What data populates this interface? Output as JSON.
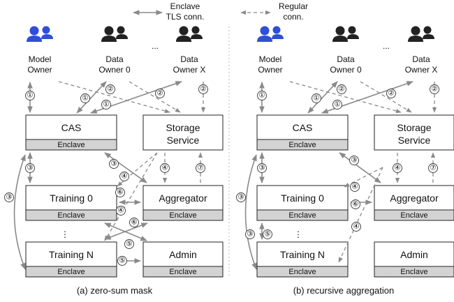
{
  "legend": {
    "tls_line1": "Enclave",
    "tls_line2": "TLS conn.",
    "regular_line1": "Regular",
    "regular_line2": "conn."
  },
  "colors": {
    "model_owner": "#2f4fd6",
    "data_owner": "#222222",
    "enclave": "#d3d3d3",
    "arrow": "#8a8a8a"
  },
  "ellipsis": "...",
  "vdots": "⋮",
  "panels": [
    {
      "caption": "(a) zero-sum mask",
      "owners": [
        {
          "line1": "Model",
          "line2": "Owner"
        },
        {
          "line1": "Data",
          "line2": "Owner 0"
        },
        {
          "line1": "Data",
          "line2": "Owner X"
        }
      ],
      "boxes": {
        "cas": "CAS",
        "storage_1": "Storage",
        "storage_2": "Service",
        "training0": "Training 0",
        "aggregator": "Aggregator",
        "trainingN": "Training N",
        "admin": "Admin",
        "enclave": "Enclave"
      },
      "steps": [
        "①",
        "①",
        "①",
        "②",
        "②",
        "②",
        "③",
        "③",
        "③",
        "④",
        "④",
        "④",
        "⑤",
        "⑤",
        "⑥",
        "⑥",
        "⑦"
      ]
    },
    {
      "caption": "(b) recursive aggregation",
      "owners": [
        {
          "line1": "Model",
          "line2": "Owner"
        },
        {
          "line1": "Data",
          "line2": "Owner 0"
        },
        {
          "line1": "Data",
          "line2": "Owner X"
        }
      ],
      "boxes": {
        "cas": "CAS",
        "storage_1": "Storage",
        "storage_2": "Service",
        "training0": "Training 0",
        "aggregator": "Aggregator",
        "trainingN": "Training N",
        "admin": "Admin",
        "enclave": "Enclave"
      },
      "steps": [
        "①",
        "①",
        "①",
        "②",
        "②",
        "②",
        "③",
        "③",
        "③",
        "③",
        "④",
        "④",
        "④",
        "⑤",
        "⑥",
        "⑦"
      ]
    }
  ]
}
